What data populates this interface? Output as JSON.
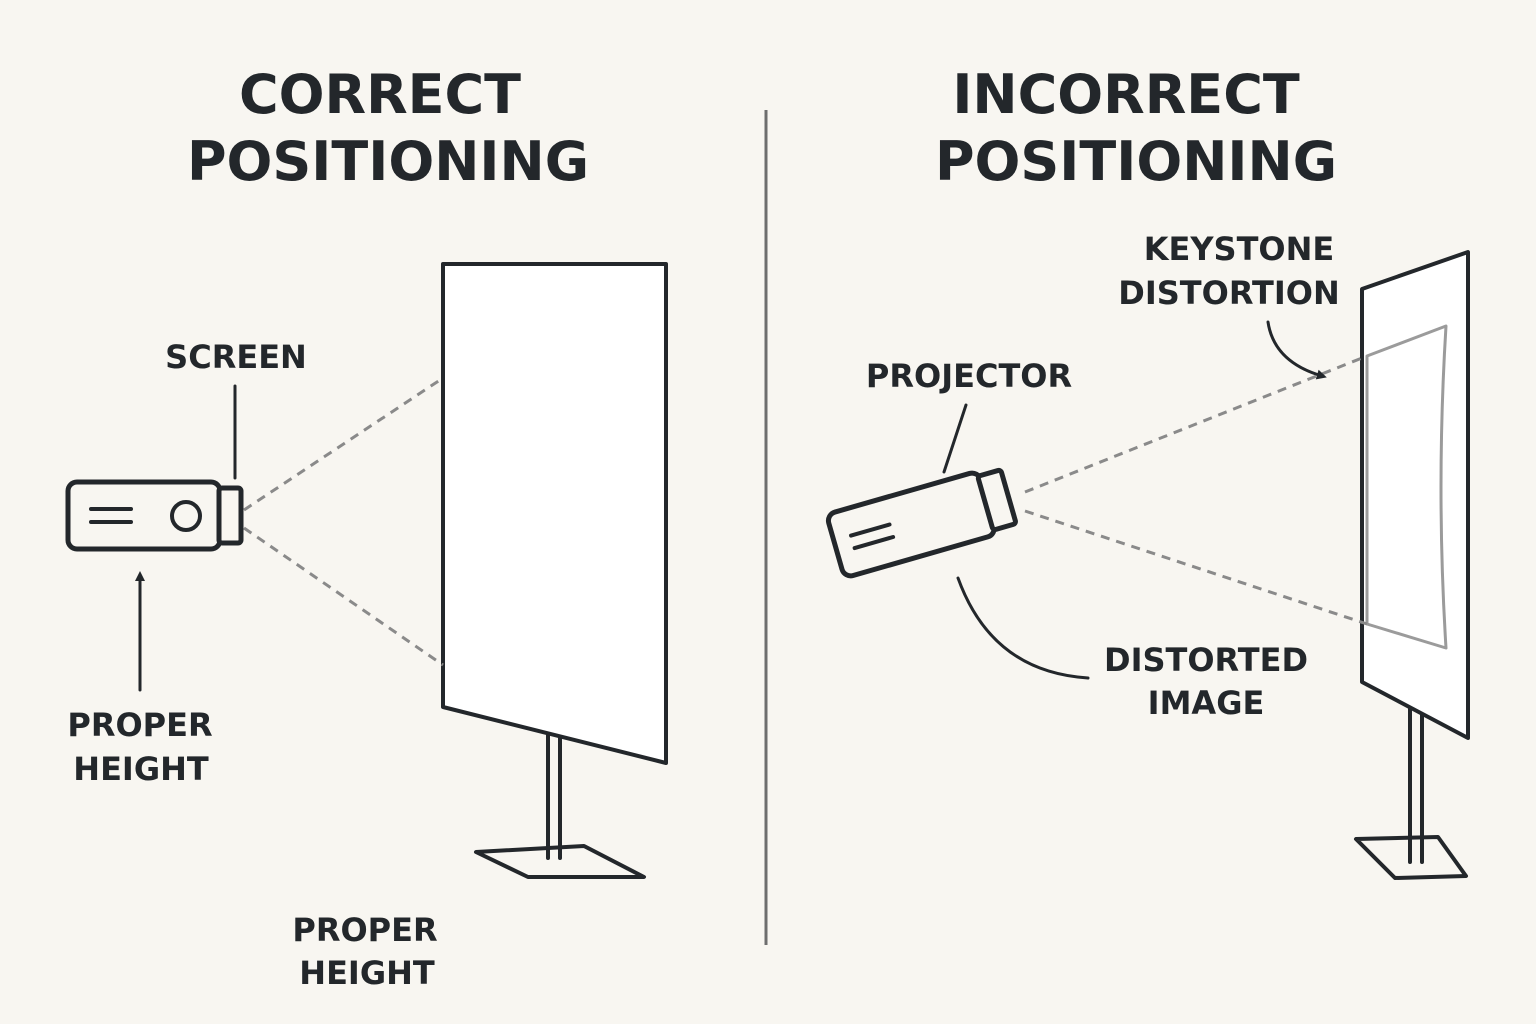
{
  "colors": {
    "background": "#f8f6f1",
    "ink": "#23272b",
    "beam": "#8a8a8a",
    "divider": "#6e6e6e",
    "screen": "#ffffff"
  },
  "correct": {
    "heading_line1": "CORRECT",
    "heading_line2": "POSITIONING",
    "label_screen": "SCREEN",
    "label_proper_height_left_line1": "PROPER",
    "label_proper_height_left_line2": "HEIGHT",
    "label_proper_height_bottom_line1": "PROPER",
    "label_proper_height_bottom_line2": "HEIGHT",
    "projector_icon": "projector-icon",
    "screen_icon": "projection-screen-icon"
  },
  "incorrect": {
    "heading_line1": "INCORRECT",
    "heading_line2": "POSITIONING",
    "label_keystone_line1": "KEYSTONE",
    "label_keystone_line2": "DISTORTION",
    "label_projector": "PROJECTOR",
    "label_distorted_line1": "DISTORTED",
    "label_distorted_line2": "IMAGE",
    "projector_icon": "projector-icon",
    "screen_icon": "projection-screen-icon"
  }
}
